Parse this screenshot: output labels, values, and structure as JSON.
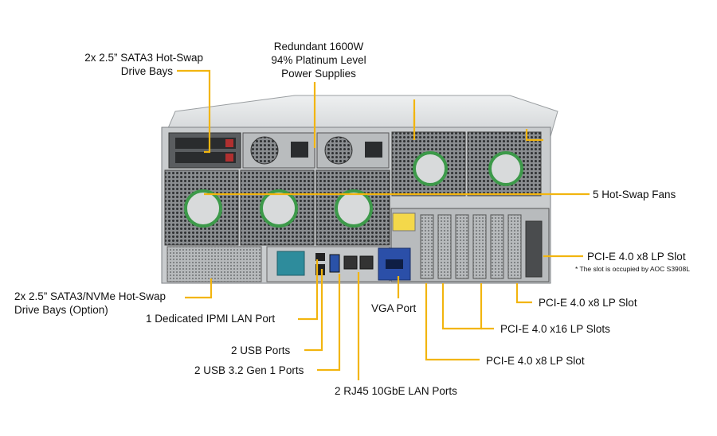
{
  "labels": {
    "top_drive_bays_1": "2x 2.5” SATA3 Hot-Swap",
    "top_drive_bays_2": "Drive Bays",
    "psu_1": "Redundant  1600W",
    "psu_2": "94% Platinum  Level",
    "psu_3": "Power Supplies",
    "fans": "5 Hot-Swap  Fans",
    "pcie_top": "PCI-E  4.0 x8 LP Slot",
    "pcie_top_note": "* The slot is occupied by AOC S3908L",
    "pcie_x8_a": "PCI-E  4.0 x8 LP Slot",
    "pcie_x16": "PCI-E  4.0 x16 LP Slots",
    "pcie_x8_b": "PCI-E  4.0 x8  LP Slot",
    "nvme_bays_1": "2x 2.5” SATA3/NVMe Hot-Swap",
    "nvme_bays_2": "Drive Bays (Option)",
    "ipmi": "1 Dedicated IPMI  LAN Port",
    "usb2": "2 USB Ports",
    "usb3": "2 USB 3.2 Gen  1 Ports",
    "vga": "VGA Port",
    "rj45": "2 RJ45  10GbE LAN Ports"
  },
  "colors": {
    "callout": "#f2b50f",
    "chassis": "#c9ccce",
    "chassis_dark": "#8f9396",
    "fan_green": "#3d9a4a",
    "vga_blue": "#2b4fa8",
    "ipmi_teal": "#2e8c9c"
  }
}
